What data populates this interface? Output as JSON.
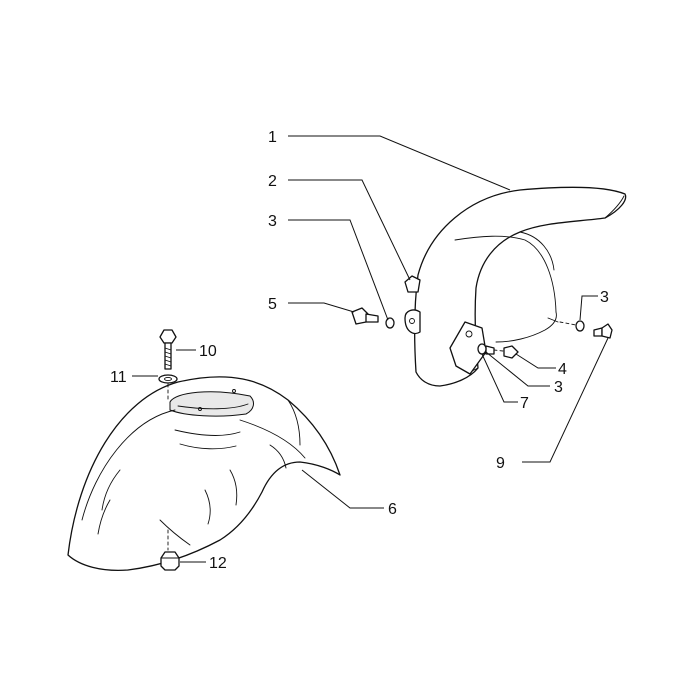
{
  "callouts": {
    "c1": "1",
    "c2": "2",
    "c3a": "3",
    "c3b": "3",
    "c3c": "3",
    "c4": "4",
    "c5": "5",
    "c6": "6",
    "c7": "7",
    "c9": "9",
    "c10": "10",
    "c11": "11",
    "c12": "12"
  },
  "colors": {
    "line": "#111111",
    "background": "#ffffff"
  }
}
